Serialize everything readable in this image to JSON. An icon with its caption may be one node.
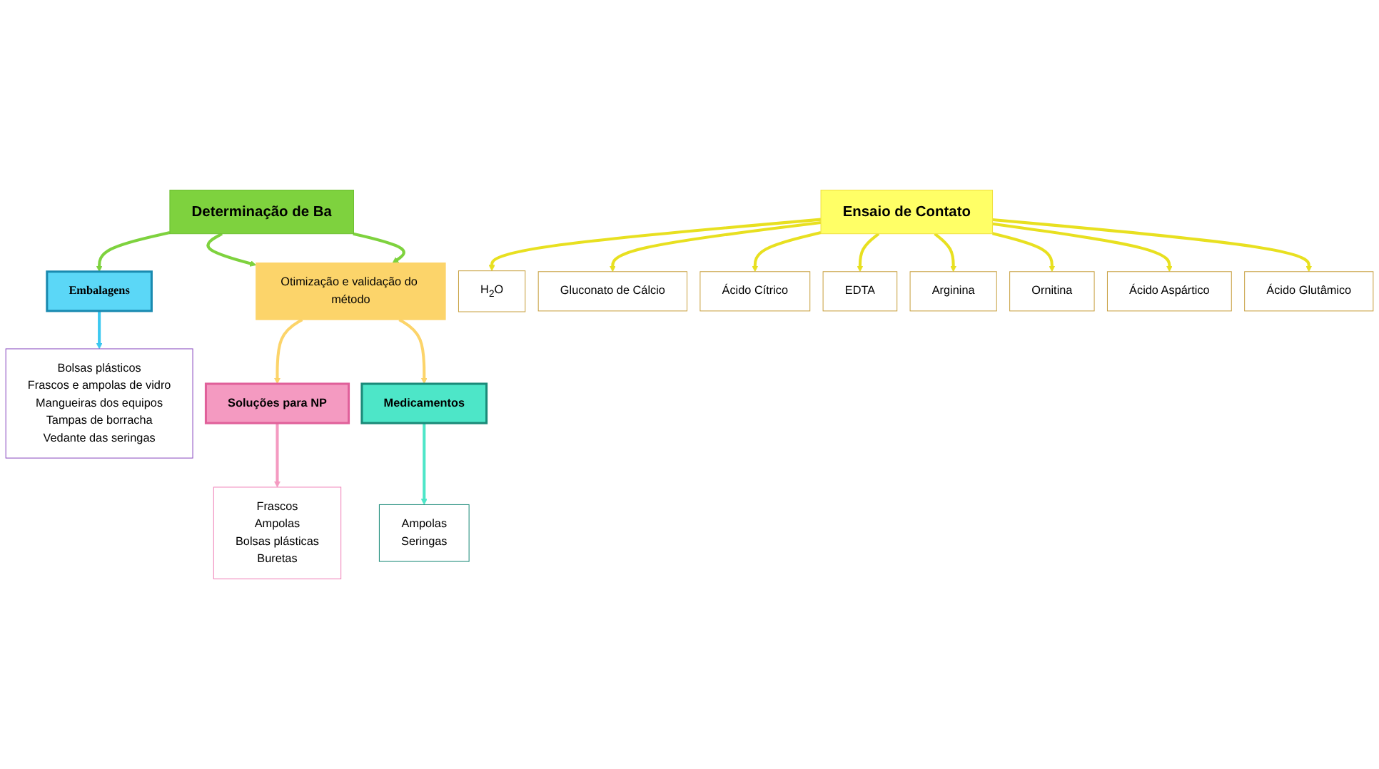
{
  "diagram": {
    "nodes": [
      {
        "text": [
          "Determinação de Ba"
        ]
      },
      {
        "text": [
          "Embalagens"
        ]
      },
      {
        "text": [
          "Bolsas plásticos",
          "Frascos e ampolas de vidro",
          "Mangueiras dos equipos",
          "Tampas de borracha",
          "Vedante das seringas"
        ]
      },
      {
        "text": [
          "Otimização e validação do método"
        ]
      },
      {
        "text": [
          "Soluções para NP"
        ]
      },
      {
        "text": [
          "Frascos",
          "Ampolas",
          "Bolsas plásticas",
          "Buretas"
        ]
      },
      {
        "text": [
          "Medicamentos"
        ]
      },
      {
        "text": [
          "Ampolas",
          "Seringas"
        ]
      },
      {
        "text": [
          "Ensaio de Contato"
        ]
      },
      {
        "text": [
          "H$_{2}$O"
        ]
      },
      {
        "text": [
          "Gluconato de Cálcio"
        ]
      },
      {
        "text": [
          "Ácido Cítrico"
        ]
      },
      {
        "text": [
          "EDTA"
        ]
      },
      {
        "text": [
          "Arginina"
        ]
      },
      {
        "text": [
          "Ornitina"
        ]
      },
      {
        "text": [
          "Ácido Aspártico"
        ]
      },
      {
        "text": [
          "Ácido Glutâmico"
        ]
      }
    ],
    "edges": [
      {
        "from": 0,
        "to": 1,
        "arrow": "to",
        "color": "#7ed23e"
      },
      {
        "from": 0,
        "to": 3,
        "arrow": "to",
        "color": "#7ed23e"
      },
      {
        "from": 0,
        "to": 3,
        "arrow": "to",
        "color": "#7ed23e"
      },
      {
        "from": 1,
        "to": 2,
        "arrow": "to",
        "color": "#3cc8f0"
      },
      {
        "from": 3,
        "to": 4,
        "arrow": "to",
        "color": "#fcd46a"
      },
      {
        "from": 3,
        "to": 6,
        "arrow": "to",
        "color": "#fcd46a"
      },
      {
        "from": 4,
        "to": 5,
        "arrow": "to",
        "color": "#f49ac1"
      },
      {
        "from": 6,
        "to": 7,
        "arrow": "to",
        "color": "#4de6c8"
      },
      {
        "from": 8,
        "to": 9,
        "arrow": "to"
      },
      {
        "from": 8,
        "to": 10,
        "arrow": "to"
      },
      {
        "from": 8,
        "to": 11,
        "arrow": "to"
      },
      {
        "from": 8,
        "to": 12,
        "arrow": "to"
      },
      {
        "from": 8,
        "to": 13,
        "arrow": "to"
      },
      {
        "from": 8,
        "to": 14,
        "arrow": "to"
      },
      {
        "from": 8,
        "to": 15,
        "arrow": "to"
      },
      {
        "from": 8,
        "to": 16,
        "arrow": "to"
      }
    ]
  }
}
